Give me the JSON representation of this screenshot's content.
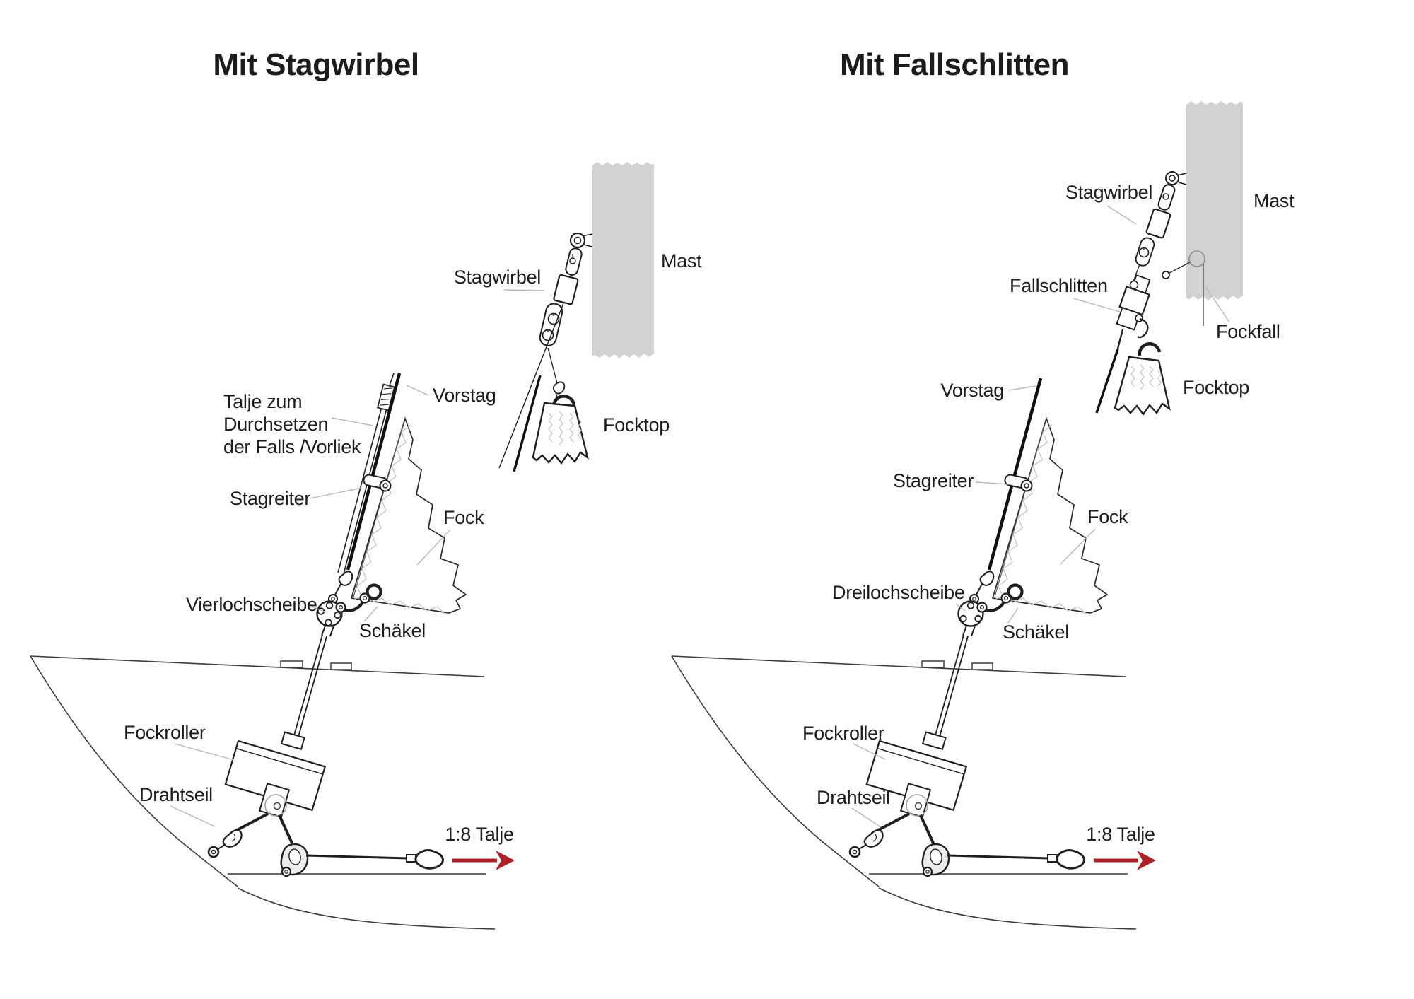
{
  "colors": {
    "background": "#ffffff",
    "ink": "#1f1f1f",
    "label_text": "#1c1c1c",
    "leader_line": "#b9b9b9",
    "mast_fill": "#d2d2d2",
    "stitching": "#c4c4c4",
    "pulley_ring": "#a6a6a6",
    "arrow_red": "#b01f24"
  },
  "left": {
    "title": "Mit Stagwirbel",
    "inset": {
      "stagwirbel": "Stagwirbel",
      "mast": "Mast",
      "focktop": "Focktop"
    },
    "labels": {
      "vorstag": "Vorstag",
      "talje_line1": "Talje zum",
      "talje_line2": "Durchsetzen",
      "talje_line3": "der Falls /Vorliek",
      "stagreiter": "Stagreiter",
      "fock": "Fock",
      "vierlochscheibe": "Vierlochscheibe",
      "schaekel": "Schäkel",
      "fockroller": "Fockroller",
      "drahtseil": "Drahtseil",
      "talje_1_8": "1:8 Talje"
    }
  },
  "right": {
    "title": "Mit Fallschlitten",
    "inset": {
      "stagwirbel": "Stagwirbel",
      "mast": "Mast",
      "fallschlitten": "Fallschlitten",
      "fockfall": "Fockfall",
      "focktop": "Focktop"
    },
    "labels": {
      "vorstag": "Vorstag",
      "stagreiter": "Stagreiter",
      "fock": "Fock",
      "dreilochscheibe": "Dreilochscheibe",
      "schaekel": "Schäkel",
      "fockroller": "Fockroller",
      "drahtseil": "Drahtseil",
      "talje_1_8": "1:8 Talje"
    }
  }
}
